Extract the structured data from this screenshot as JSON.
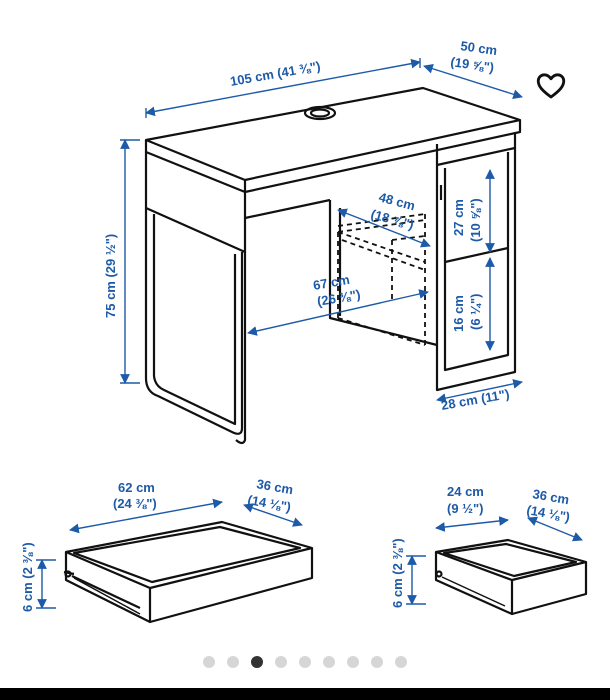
{
  "desk": {
    "width_cm": "105 cm (41 ⅜\")",
    "depth_line1": "50 cm",
    "depth_line2": "(19 ⅝\")",
    "height": "75 cm (29 ½\")",
    "inner_depth_line1": "48 cm",
    "inner_depth_line2": "(18 ⅞\")",
    "inner_width_line1": "67 cm",
    "inner_width_line2": "(26 ⅜\")",
    "drawer_h1": "27 cm",
    "drawer_h1_in": "(10 ⅝\")",
    "drawer_h2": "16 cm",
    "drawer_h2_in": "(6 ¼\")",
    "cab_width": "28 cm (11\")"
  },
  "drawer_large": {
    "width_line1": "62 cm",
    "width_line2": "(24 ⅜\")",
    "depth_line1": "36 cm",
    "depth_line2": "(14 ⅛\")",
    "height": "6 cm (2 ⅜\")"
  },
  "drawer_small": {
    "width_line1": "24 cm",
    "width_line2": "(9 ½\")",
    "depth_line1": "36 cm",
    "depth_line2": "(14 ⅛\")",
    "height": "6 cm (2 ⅜\")"
  },
  "carousel": {
    "count": 9,
    "active_index": 2
  },
  "colors": {
    "dimension": "#1d5aa8",
    "line": "#111111"
  },
  "icons": {
    "favorite": "heart-outline-icon"
  }
}
